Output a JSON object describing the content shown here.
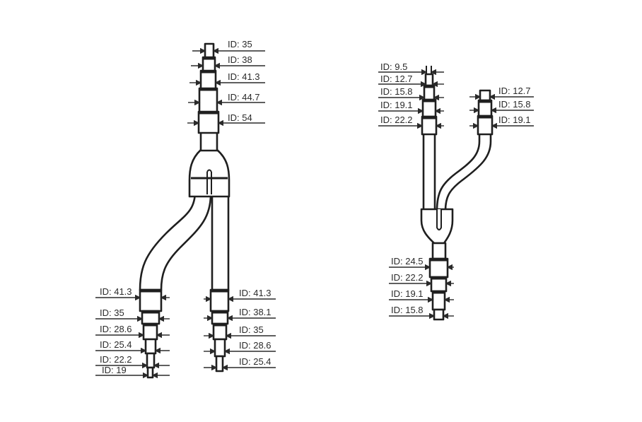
{
  "left_fitting": {
    "top_labels": [
      "ID: 35",
      "ID: 38",
      "ID: 41.3",
      "ID: 44.7",
      "ID: 54"
    ],
    "bottom_left_labels": [
      "ID: 41.3",
      "ID: 35",
      "ID: 28.6",
      "ID: 25.4",
      "ID: 22.2",
      "ID: 19"
    ],
    "bottom_right_labels": [
      "ID: 41.3",
      "ID: 38.1",
      "ID: 35",
      "ID: 28.6",
      "ID: 25.4"
    ]
  },
  "right_fitting": {
    "top_left_labels": [
      "ID: 9.5",
      "ID: 12.7",
      "ID: 15.8",
      "ID: 19.1",
      "ID: 22.2"
    ],
    "top_right_labels": [
      "ID: 12.7",
      "ID: 15.8",
      "ID: 19.1"
    ],
    "bottom_labels": [
      "ID: 24.5",
      "ID: 22.2",
      "ID: 19.1",
      "ID: 15.8"
    ]
  },
  "colors": {
    "line": "#1f1f1f",
    "background": "#ffffff"
  }
}
